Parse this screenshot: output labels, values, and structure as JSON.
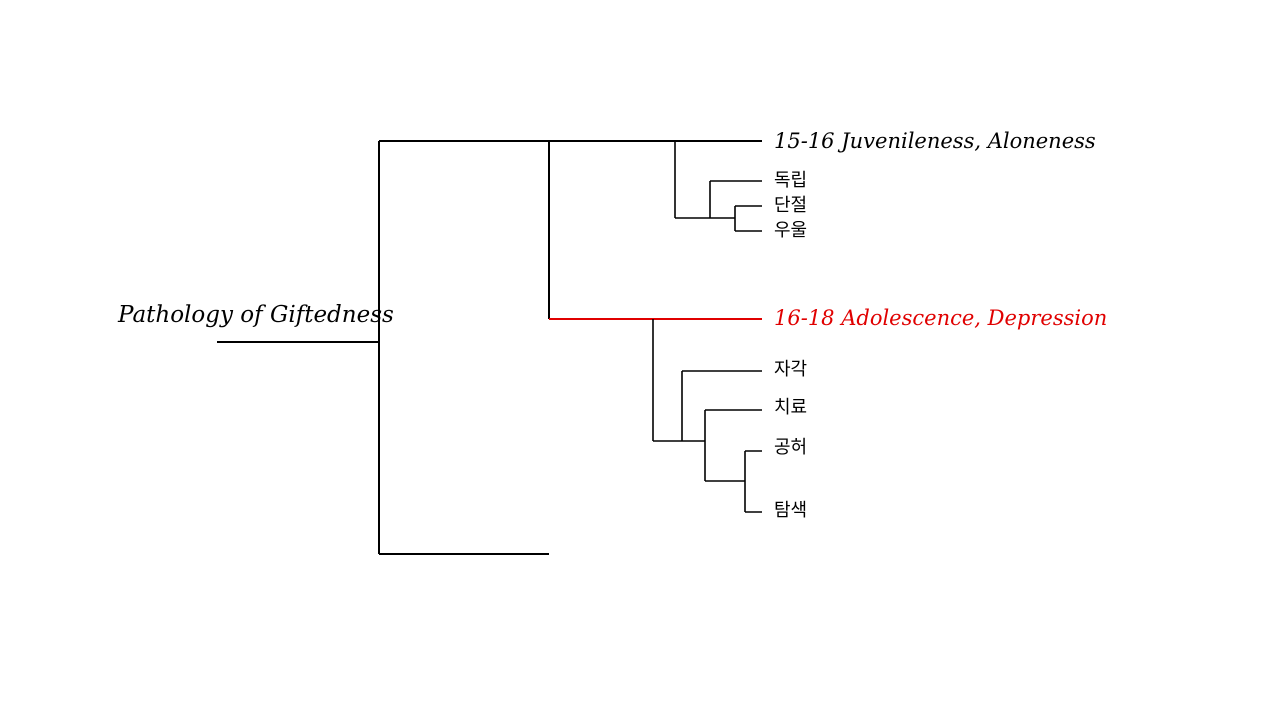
{
  "diagram": {
    "root": "Pathology of Giftedness",
    "branch_a": {
      "label": "15-16 Juvenileness, Aloneness",
      "children": [
        "독립",
        "단절",
        "우울"
      ]
    },
    "branch_b": {
      "label": "16-18 Adolescence, Depression",
      "children": [
        "자각",
        "치료",
        "공허",
        "탐색"
      ]
    },
    "colors": {
      "default": "#000000",
      "highlight": "#e00000"
    }
  }
}
